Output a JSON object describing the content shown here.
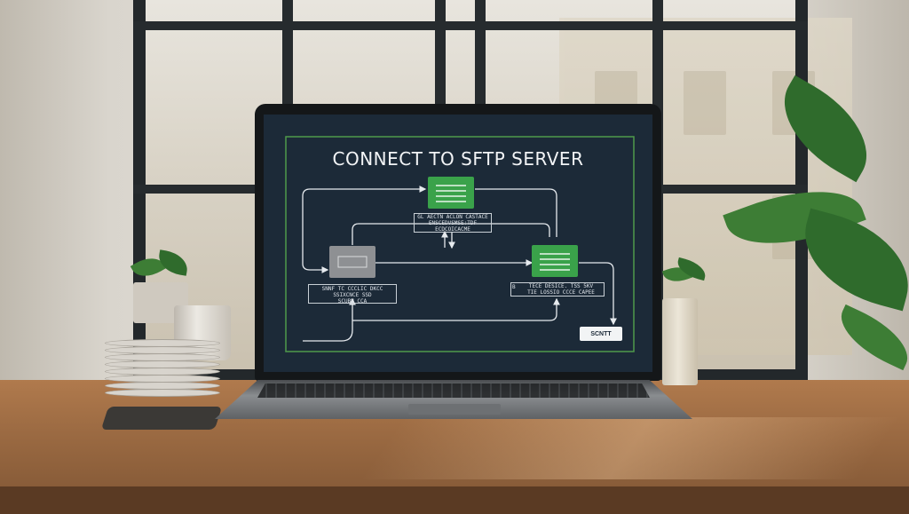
{
  "diagram": {
    "title": "CONNECT TO SFTP SERVER",
    "node_labels": {
      "top_note_line1": "GL AECTN ACLON CASTACE",
      "top_note_line2": "ENSCEDVSMSE:TDF",
      "top_note_line3": "ECDCOICACME",
      "left_note_line1": "SNNF TC CCCLIC DKCC",
      "left_note_line2": "SSIXCNCE SSD",
      "left_note_line3": "SCUBN CCA",
      "right_note_line1": "TECE DESICE. TSS 5KV",
      "right_note_line2": "TIE LOSSIO CCCE CAPEE",
      "right_marker": "B"
    },
    "submit_label": "SCNTT"
  },
  "colors": {
    "screen_bg": "#1c2a38",
    "accent_green": "#3aa24a",
    "frame_green": "#4f9a4a",
    "node_gray": "#8e9093"
  }
}
